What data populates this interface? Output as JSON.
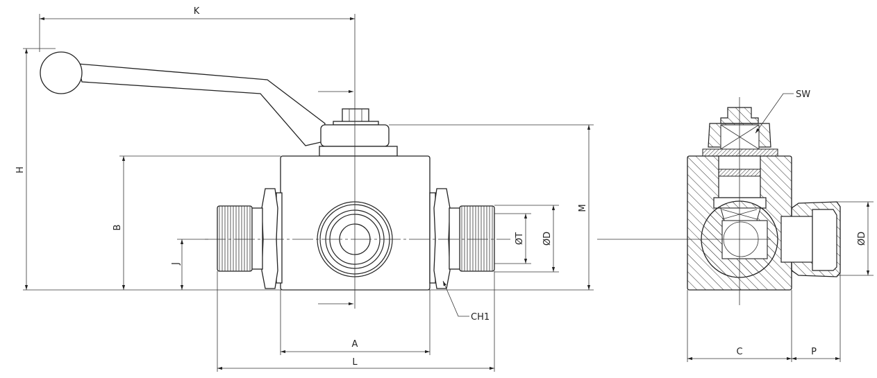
{
  "drawing": {
    "title": "3-way ball valve dimension drawing",
    "front_view": {
      "dimensions": {
        "K": "K",
        "H": "H",
        "B": "B",
        "J": "J",
        "M": "M",
        "T": "ØT",
        "D": "ØD",
        "A": "A",
        "L": "L",
        "CH1": "CH1"
      }
    },
    "side_view": {
      "dimensions": {
        "SW": "SW",
        "D": "ØD",
        "C": "C",
        "P": "P"
      }
    }
  },
  "colors": {
    "line": "#222222",
    "background": "#ffffff"
  }
}
